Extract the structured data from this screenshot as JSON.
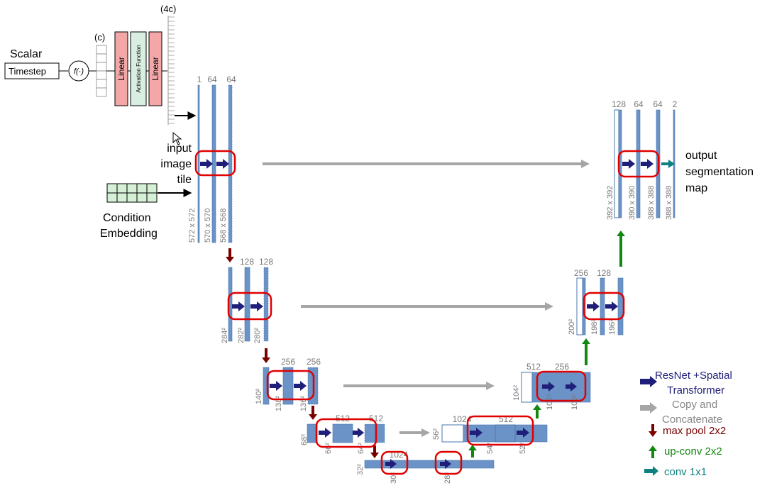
{
  "timestep_block": {
    "scalar_label": "Scalar",
    "timestep_label": "Timestep",
    "function_label": "f(·)",
    "c_label": "(c)",
    "fourc_label": "(4c)",
    "linear1_label": "Linear",
    "activation_label": "Activation Function",
    "linear2_label": "Linear"
  },
  "inputs": {
    "input_label": [
      "input",
      "image",
      "tile"
    ],
    "condition_label": [
      "Condition",
      "Embedding"
    ]
  },
  "output": {
    "label": [
      "output",
      "segmentation",
      "map"
    ]
  },
  "level1": {
    "channels": [
      "1",
      "64",
      "64"
    ],
    "sizes": [
      "572 x 572",
      "570 x 570",
      "568 x 568"
    ]
  },
  "level2": {
    "channels": [
      "128",
      "128"
    ],
    "sizes": [
      "284²",
      "282²",
      "280²"
    ]
  },
  "level3": {
    "channels": [
      "256",
      "256"
    ],
    "sizes": [
      "140²",
      "138²",
      "136²"
    ]
  },
  "level4": {
    "channels": [
      "512",
      "512"
    ],
    "sizes": [
      "68²",
      "66²",
      "64²"
    ]
  },
  "level5": {
    "channels": [
      "1024"
    ],
    "sizes": [
      "32²",
      "30²",
      "28²"
    ]
  },
  "up4": {
    "channels": [
      "1024",
      "512"
    ],
    "sizes": [
      "56²",
      "54²",
      "52²"
    ]
  },
  "up3": {
    "channels": [
      "512",
      "256"
    ],
    "sizes": [
      "104²",
      "102²",
      "100²"
    ]
  },
  "up2": {
    "channels": [
      "256",
      "128"
    ],
    "sizes": [
      "200²",
      "198²",
      "196²"
    ]
  },
  "up1": {
    "channels": [
      "128",
      "64",
      "64",
      "2"
    ],
    "sizes": [
      "392 x 392",
      "390 x 390",
      "388 x 388",
      "388 x 388"
    ]
  },
  "legend": [
    {
      "label": "ResNet +Spatial\nTransformer",
      "color": "#1f1f7a",
      "icon": "right-arrow-icon"
    },
    {
      "label": "Copy and\nConcatenate",
      "color": "#a6a6a6",
      "icon": "copy-arrow-icon"
    },
    {
      "label": "max pool 2x2",
      "color": "#7a0000",
      "icon": "down-arrow-icon"
    },
    {
      "label": "up-conv 2x2",
      "color": "#118811",
      "icon": "up-arrow-icon"
    },
    {
      "label": "conv 1x1",
      "color": "#0f8080",
      "icon": "conv-arrow-icon"
    }
  ],
  "colors": {
    "feature_map": "#6b93c7",
    "feature_edge": "#4a74ad",
    "highlight": "#e00000",
    "resnet_arrow": "#1f1f7a",
    "copy_arrow": "#a6a6a6",
    "pool_arrow": "#7a0000",
    "upconv_arrow": "#118811",
    "conv_arrow": "#0f8080",
    "linear_fill": "#f4a7a7",
    "activation_fill": "#d8eee0",
    "embedding_fill": "#d5f0d5",
    "label_gray": "#7a7a7a"
  }
}
